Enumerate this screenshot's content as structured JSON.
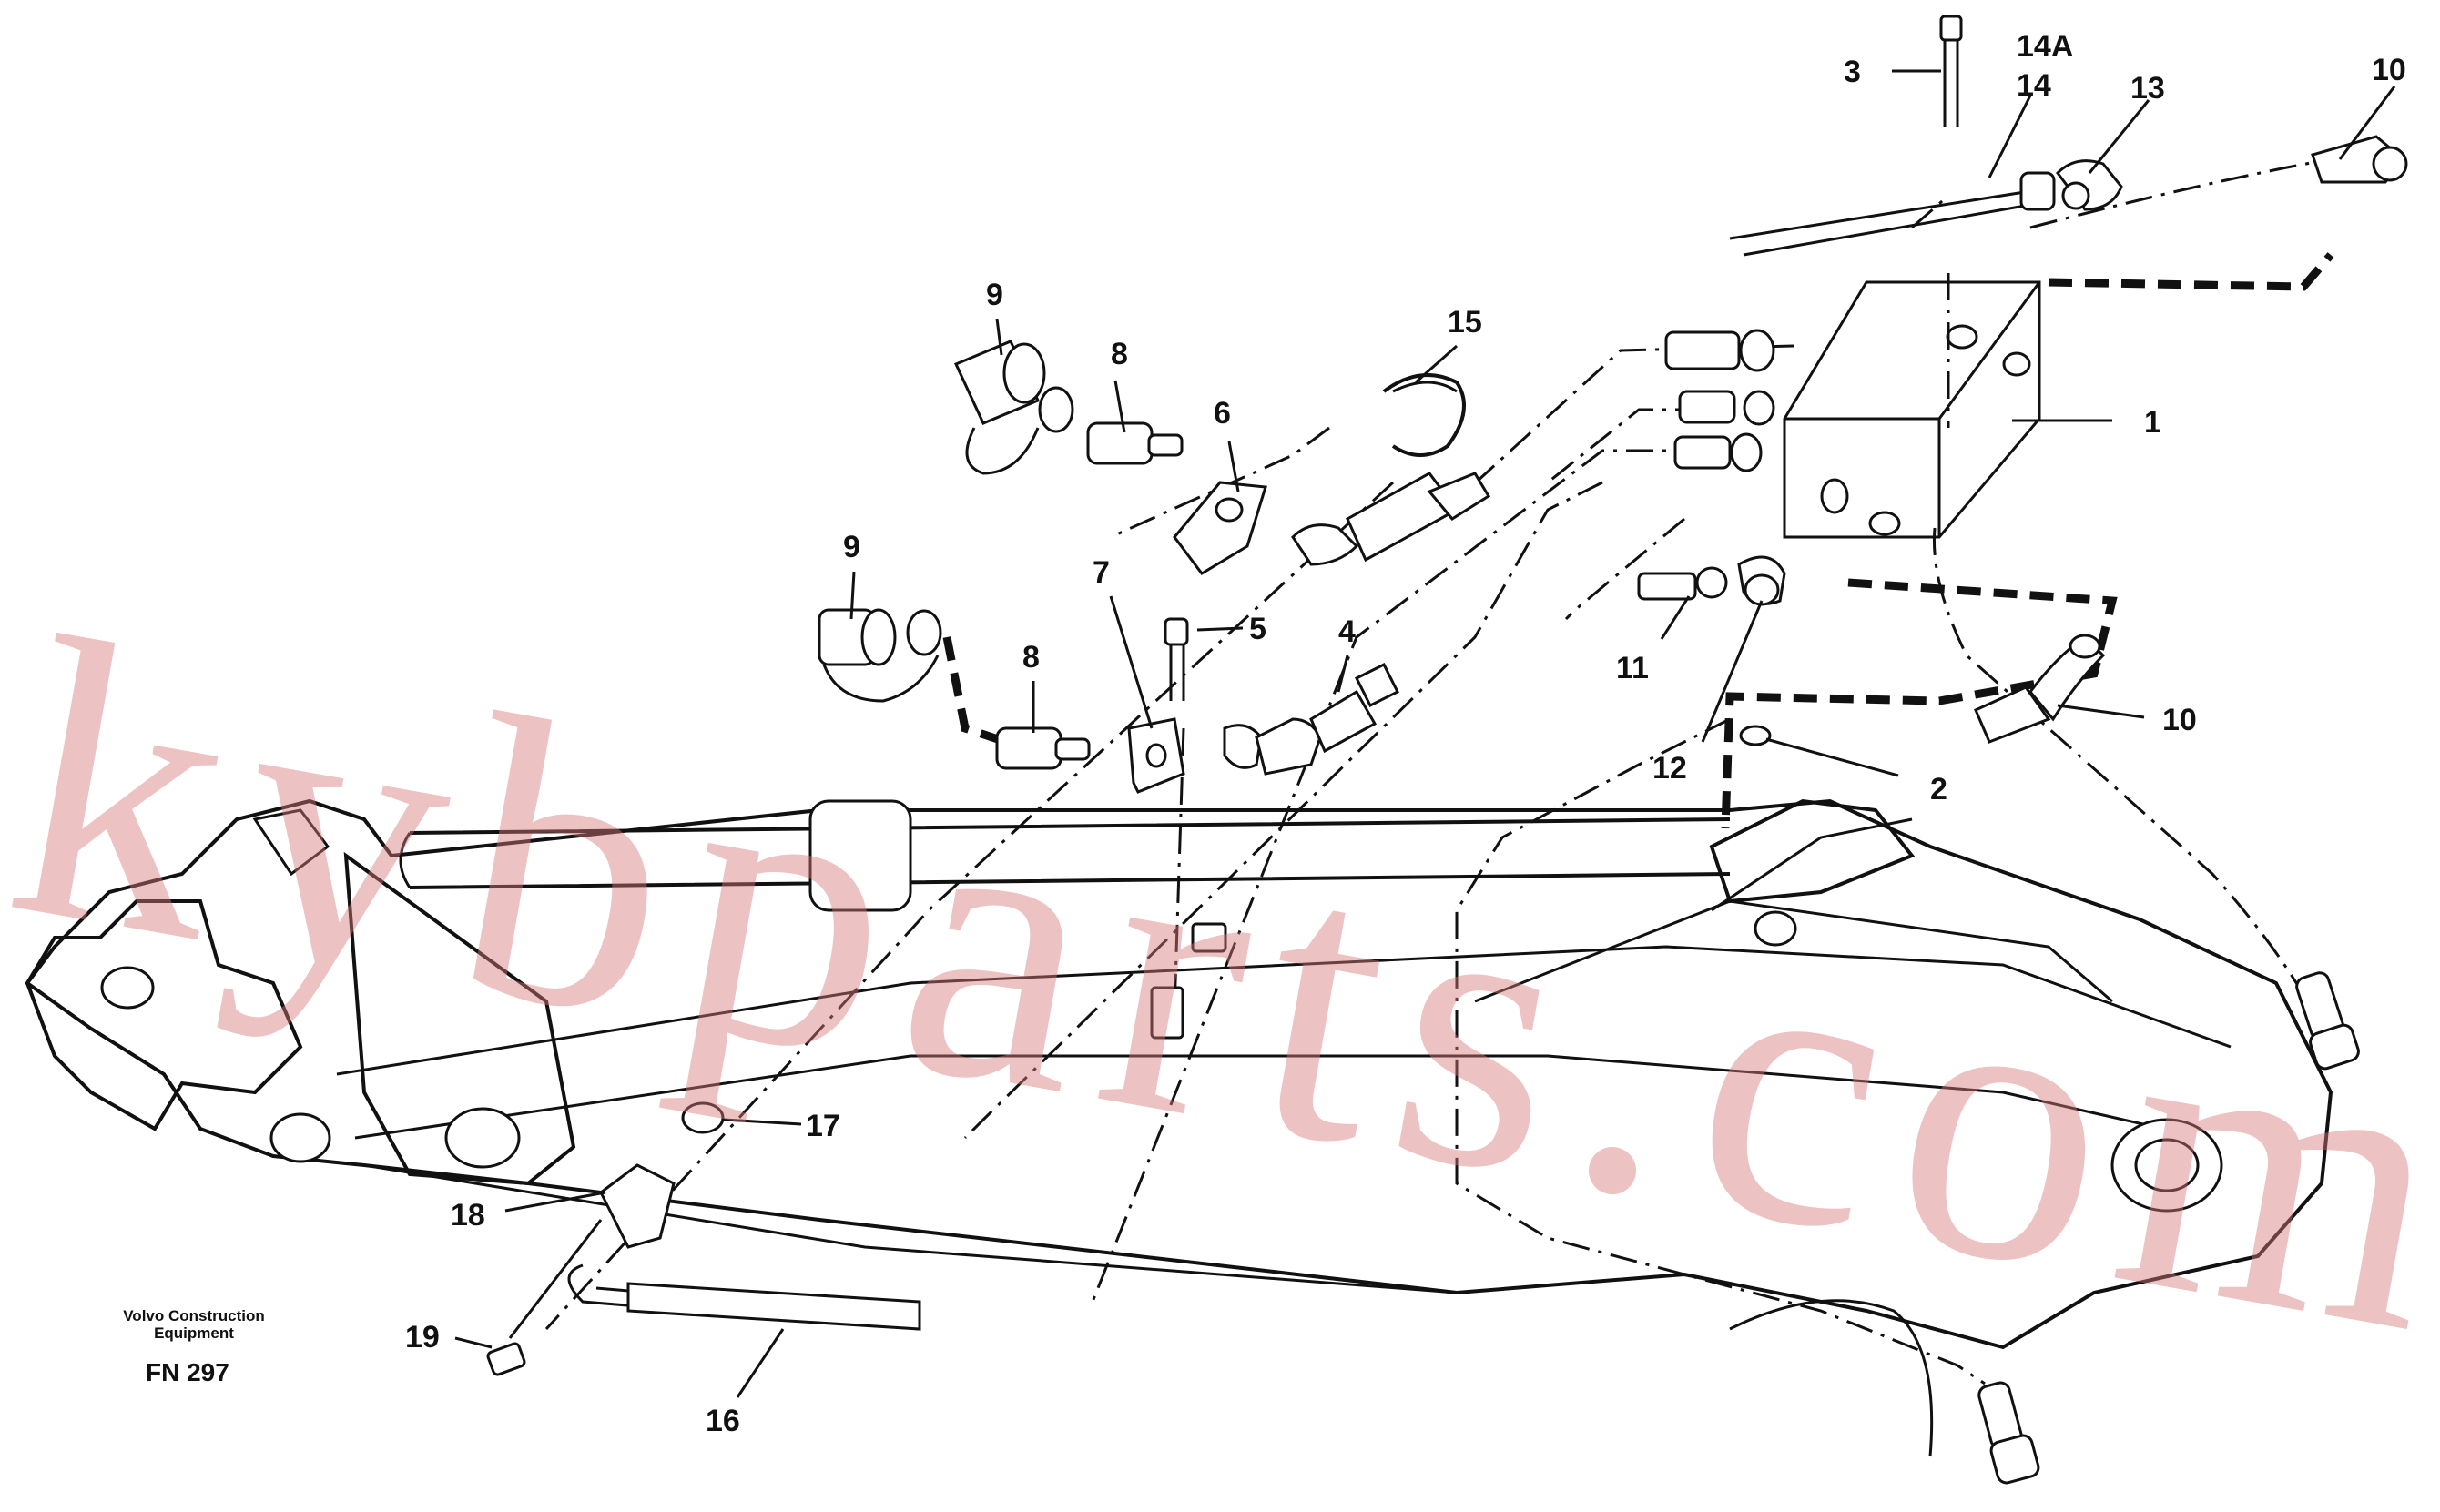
{
  "watermark": "kybparts.com",
  "credit": {
    "line1": "Volvo Construction",
    "line2": "Equipment"
  },
  "figure_number": "FN 297",
  "callouts": {
    "c1": "1",
    "c2": "2",
    "c3": "3",
    "c4": "4",
    "c5": "5",
    "c6": "6",
    "c7": "7",
    "c8a": "8",
    "c8b": "8",
    "c9a": "9",
    "c9b": "9",
    "c10a": "10",
    "c10b": "10",
    "c11": "11",
    "c12": "12",
    "c13": "13",
    "c14": "14",
    "c14a": "14A",
    "c15": "15",
    "c16": "16",
    "c17": "17",
    "c18": "18",
    "c19": "19"
  }
}
